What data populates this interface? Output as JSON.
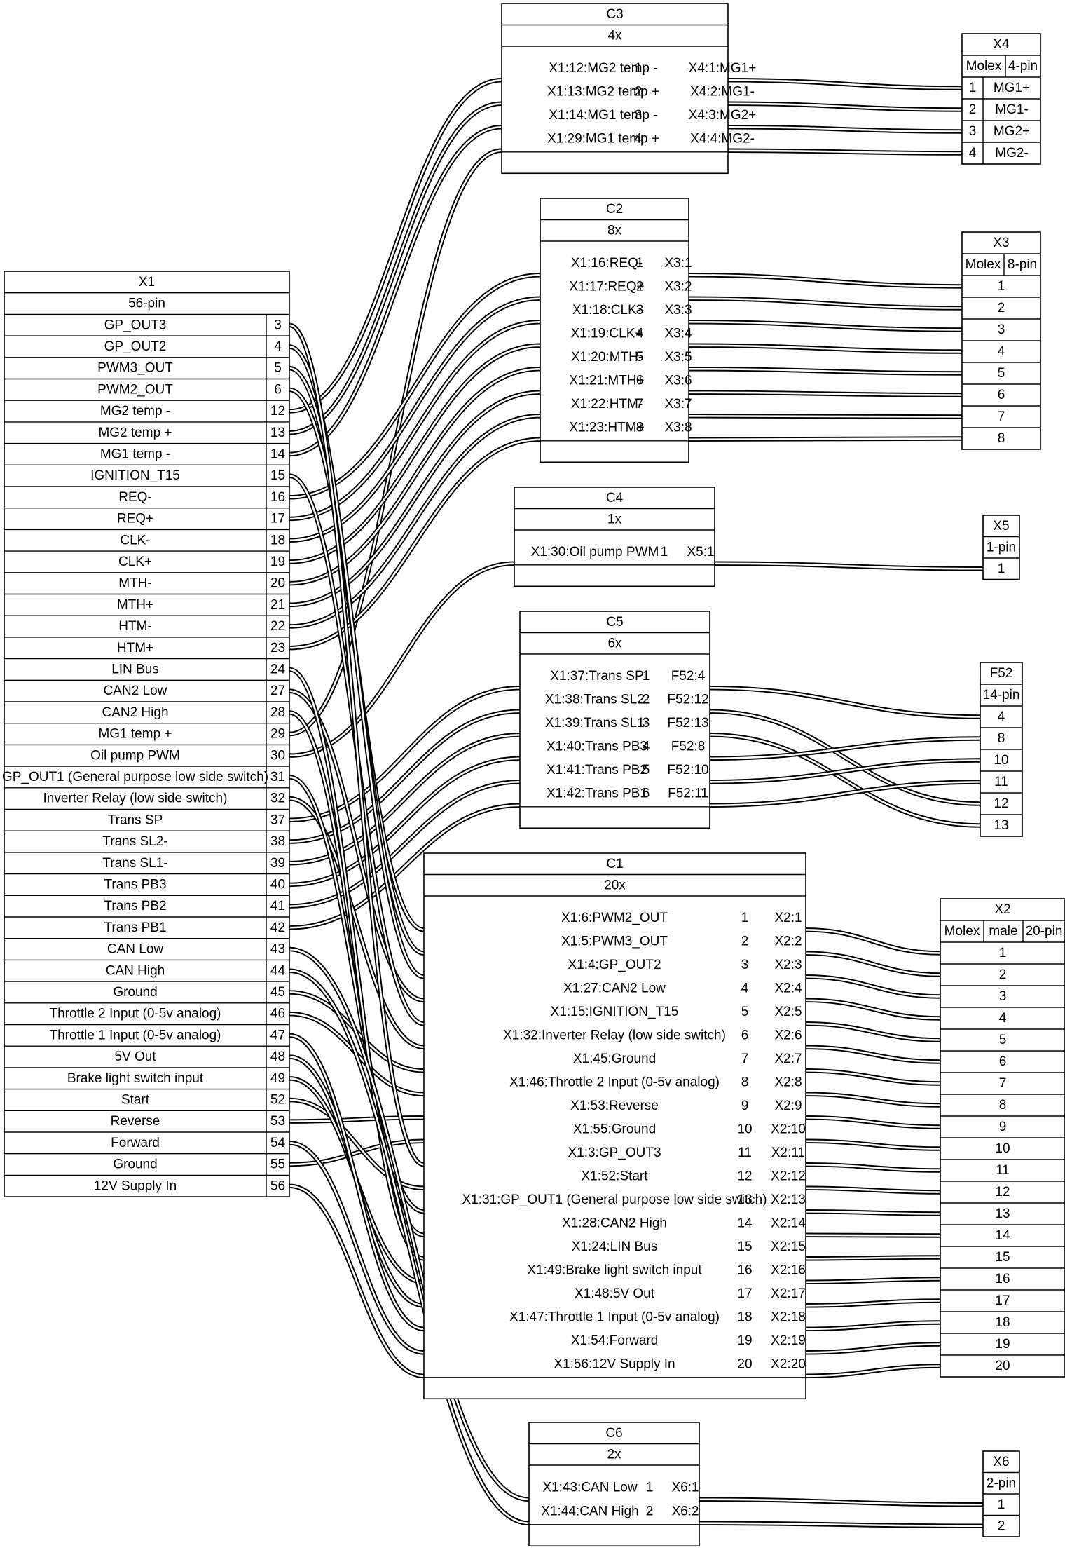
{
  "x1": {
    "title": "X1",
    "subtitle": "56-pin",
    "pins": [
      {
        "label": "GP_OUT3",
        "pin": "3"
      },
      {
        "label": "GP_OUT2",
        "pin": "4"
      },
      {
        "label": "PWM3_OUT",
        "pin": "5"
      },
      {
        "label": "PWM2_OUT",
        "pin": "6"
      },
      {
        "label": "MG2 temp -",
        "pin": "12"
      },
      {
        "label": "MG2 temp +",
        "pin": "13"
      },
      {
        "label": "MG1 temp -",
        "pin": "14"
      },
      {
        "label": "IGNITION_T15",
        "pin": "15"
      },
      {
        "label": "REQ-",
        "pin": "16"
      },
      {
        "label": "REQ+",
        "pin": "17"
      },
      {
        "label": "CLK-",
        "pin": "18"
      },
      {
        "label": "CLK+",
        "pin": "19"
      },
      {
        "label": "MTH-",
        "pin": "20"
      },
      {
        "label": "MTH+",
        "pin": "21"
      },
      {
        "label": "HTM-",
        "pin": "22"
      },
      {
        "label": "HTM+",
        "pin": "23"
      },
      {
        "label": "LIN Bus",
        "pin": "24"
      },
      {
        "label": "CAN2 Low",
        "pin": "27"
      },
      {
        "label": "CAN2 High",
        "pin": "28"
      },
      {
        "label": "MG1 temp +",
        "pin": "29"
      },
      {
        "label": "Oil pump PWM",
        "pin": "30"
      },
      {
        "label": "GP_OUT1 (General purpose low side switch)",
        "pin": "31"
      },
      {
        "label": "Inverter Relay (low side switch)",
        "pin": "32"
      },
      {
        "label": "Trans SP",
        "pin": "37"
      },
      {
        "label": "Trans SL2-",
        "pin": "38"
      },
      {
        "label": "Trans SL1-",
        "pin": "39"
      },
      {
        "label": "Trans PB3",
        "pin": "40"
      },
      {
        "label": "Trans PB2",
        "pin": "41"
      },
      {
        "label": "Trans PB1",
        "pin": "42"
      },
      {
        "label": "CAN Low",
        "pin": "43"
      },
      {
        "label": "CAN High",
        "pin": "44"
      },
      {
        "label": "Ground",
        "pin": "45"
      },
      {
        "label": "Throttle 2 Input (0-5v analog)",
        "pin": "46"
      },
      {
        "label": "Throttle 1 Input (0-5v analog)",
        "pin": "47"
      },
      {
        "label": "5V Out",
        "pin": "48"
      },
      {
        "label": "Brake light switch input",
        "pin": "49"
      },
      {
        "label": "Start",
        "pin": "52"
      },
      {
        "label": "Reverse",
        "pin": "53"
      },
      {
        "label": "Forward",
        "pin": "54"
      },
      {
        "label": "Ground",
        "pin": "55"
      },
      {
        "label": "12V Supply In",
        "pin": "56"
      }
    ]
  },
  "cables": [
    {
      "title": "C3",
      "count": "4x",
      "wires": [
        {
          "from": "X1:12:MG2 temp -",
          "num": "1",
          "to": "X4:1:MG1+"
        },
        {
          "from": "X1:13:MG2 temp +",
          "num": "2",
          "to": "X4:2:MG1-"
        },
        {
          "from": "X1:14:MG1 temp -",
          "num": "3",
          "to": "X4:3:MG2+"
        },
        {
          "from": "X1:29:MG1 temp +",
          "num": "4",
          "to": "X4:4:MG2-"
        }
      ]
    },
    {
      "title": "C2",
      "count": "8x",
      "wires": [
        {
          "from": "X1:16:REQ-",
          "num": "1",
          "to": "X3:1"
        },
        {
          "from": "X1:17:REQ+",
          "num": "2",
          "to": "X3:2"
        },
        {
          "from": "X1:18:CLK-",
          "num": "3",
          "to": "X3:3"
        },
        {
          "from": "X1:19:CLK+",
          "num": "4",
          "to": "X3:4"
        },
        {
          "from": "X1:20:MTH-",
          "num": "5",
          "to": "X3:5"
        },
        {
          "from": "X1:21:MTH+",
          "num": "6",
          "to": "X3:6"
        },
        {
          "from": "X1:22:HTM-",
          "num": "7",
          "to": "X3:7"
        },
        {
          "from": "X1:23:HTM+",
          "num": "8",
          "to": "X3:8"
        }
      ]
    },
    {
      "title": "C4",
      "count": "1x",
      "wires": [
        {
          "from": "X1:30:Oil pump PWM",
          "num": "1",
          "to": "X5:1"
        }
      ]
    },
    {
      "title": "C5",
      "count": "6x",
      "wires": [
        {
          "from": "X1:37:Trans SP",
          "num": "1",
          "to": "F52:4"
        },
        {
          "from": "X1:38:Trans SL2-",
          "num": "2",
          "to": "F52:12"
        },
        {
          "from": "X1:39:Trans SL1-",
          "num": "3",
          "to": "F52:13"
        },
        {
          "from": "X1:40:Trans PB3",
          "num": "4",
          "to": "F52:8"
        },
        {
          "from": "X1:41:Trans PB2",
          "num": "5",
          "to": "F52:10"
        },
        {
          "from": "X1:42:Trans PB1",
          "num": "6",
          "to": "F52:11"
        }
      ]
    },
    {
      "title": "C1",
      "count": "20x",
      "wires": [
        {
          "from": "X1:6:PWM2_OUT",
          "num": "1",
          "to": "X2:1"
        },
        {
          "from": "X1:5:PWM3_OUT",
          "num": "2",
          "to": "X2:2"
        },
        {
          "from": "X1:4:GP_OUT2",
          "num": "3",
          "to": "X2:3"
        },
        {
          "from": "X1:27:CAN2 Low",
          "num": "4",
          "to": "X2:4"
        },
        {
          "from": "X1:15:IGNITION_T15",
          "num": "5",
          "to": "X2:5"
        },
        {
          "from": "X1:32:Inverter Relay (low side switch)",
          "num": "6",
          "to": "X2:6"
        },
        {
          "from": "X1:45:Ground",
          "num": "7",
          "to": "X2:7"
        },
        {
          "from": "X1:46:Throttle 2 Input (0-5v analog)",
          "num": "8",
          "to": "X2:8"
        },
        {
          "from": "X1:53:Reverse",
          "num": "9",
          "to": "X2:9"
        },
        {
          "from": "X1:55:Ground",
          "num": "10",
          "to": "X2:10"
        },
        {
          "from": "X1:3:GP_OUT3",
          "num": "11",
          "to": "X2:11"
        },
        {
          "from": "X1:52:Start",
          "num": "12",
          "to": "X2:12"
        },
        {
          "from": "X1:31:GP_OUT1 (General purpose low side switch)",
          "num": "13",
          "to": "X2:13"
        },
        {
          "from": "X1:28:CAN2 High",
          "num": "14",
          "to": "X2:14"
        },
        {
          "from": "X1:24:LIN Bus",
          "num": "15",
          "to": "X2:15"
        },
        {
          "from": "X1:49:Brake light switch input",
          "num": "16",
          "to": "X2:16"
        },
        {
          "from": "X1:48:5V Out",
          "num": "17",
          "to": "X2:17"
        },
        {
          "from": "X1:47:Throttle 1 Input (0-5v analog)",
          "num": "18",
          "to": "X2:18"
        },
        {
          "from": "X1:54:Forward",
          "num": "19",
          "to": "X2:19"
        },
        {
          "from": "X1:56:12V Supply In",
          "num": "20",
          "to": "X2:20"
        }
      ]
    },
    {
      "title": "C6",
      "count": "2x",
      "wires": [
        {
          "from": "X1:43:CAN Low",
          "num": "1",
          "to": "X6:1"
        },
        {
          "from": "X1:44:CAN High",
          "num": "2",
          "to": "X6:2"
        }
      ]
    }
  ],
  "connectors": {
    "x4": {
      "title": "X4",
      "attrs": [
        "Molex",
        "4-pin"
      ],
      "pins": [
        {
          "num": "1",
          "label": "MG1+"
        },
        {
          "num": "2",
          "label": "MG1-"
        },
        {
          "num": "3",
          "label": "MG2+"
        },
        {
          "num": "4",
          "label": "MG2-"
        }
      ]
    },
    "x3": {
      "title": "X3",
      "attrs": [
        "Molex",
        "8-pin"
      ],
      "pins": [
        "1",
        "2",
        "3",
        "4",
        "5",
        "6",
        "7",
        "8"
      ]
    },
    "x5": {
      "title": "X5",
      "attrs": [
        "1-pin"
      ],
      "pins": [
        "1"
      ]
    },
    "f52": {
      "title": "F52",
      "attrs": [
        "14-pin"
      ],
      "pins": [
        "4",
        "8",
        "10",
        "11",
        "12",
        "13"
      ]
    },
    "x2": {
      "title": "X2",
      "attrs": [
        "Molex",
        "male",
        "20-pin"
      ],
      "pins": [
        "1",
        "2",
        "3",
        "4",
        "5",
        "6",
        "7",
        "8",
        "9",
        "10",
        "11",
        "12",
        "13",
        "14",
        "15",
        "16",
        "17",
        "18",
        "19",
        "20"
      ]
    },
    "x6": {
      "title": "X6",
      "attrs": [
        "2-pin"
      ],
      "pins": [
        "1",
        "2"
      ]
    }
  }
}
